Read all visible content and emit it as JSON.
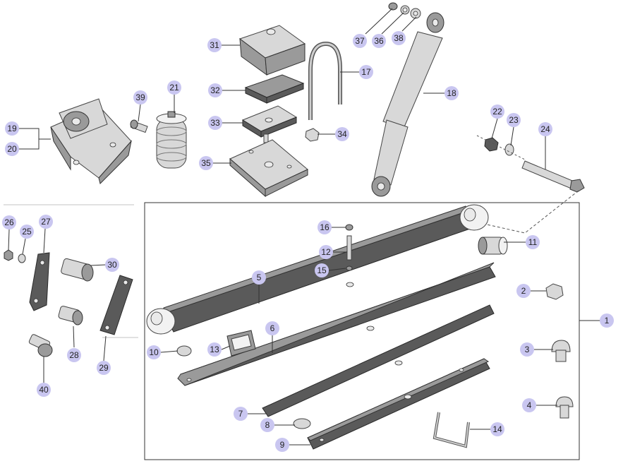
{
  "diagram": {
    "type": "exploded-parts-diagram",
    "callouts": [
      {
        "label": "1"
      },
      {
        "label": "2"
      },
      {
        "label": "3"
      },
      {
        "label": "4"
      },
      {
        "label": "5"
      },
      {
        "label": "6"
      },
      {
        "label": "7"
      },
      {
        "label": "8"
      },
      {
        "label": "9"
      },
      {
        "label": "10"
      },
      {
        "label": "11"
      },
      {
        "label": "12"
      },
      {
        "label": "13"
      },
      {
        "label": "14"
      },
      {
        "label": "15"
      },
      {
        "label": "16"
      },
      {
        "label": "17"
      },
      {
        "label": "18"
      },
      {
        "label": "19"
      },
      {
        "label": "20"
      },
      {
        "label": "21"
      },
      {
        "label": "22"
      },
      {
        "label": "23"
      },
      {
        "label": "24"
      },
      {
        "label": "25"
      },
      {
        "label": "26"
      },
      {
        "label": "27"
      },
      {
        "label": "28"
      },
      {
        "label": "29"
      },
      {
        "label": "30"
      },
      {
        "label": "31"
      },
      {
        "label": "32"
      },
      {
        "label": "33"
      },
      {
        "label": "34"
      },
      {
        "label": "35"
      },
      {
        "label": "36"
      },
      {
        "label": "37"
      },
      {
        "label": "38"
      },
      {
        "label": "39"
      },
      {
        "label": "40"
      }
    ]
  }
}
